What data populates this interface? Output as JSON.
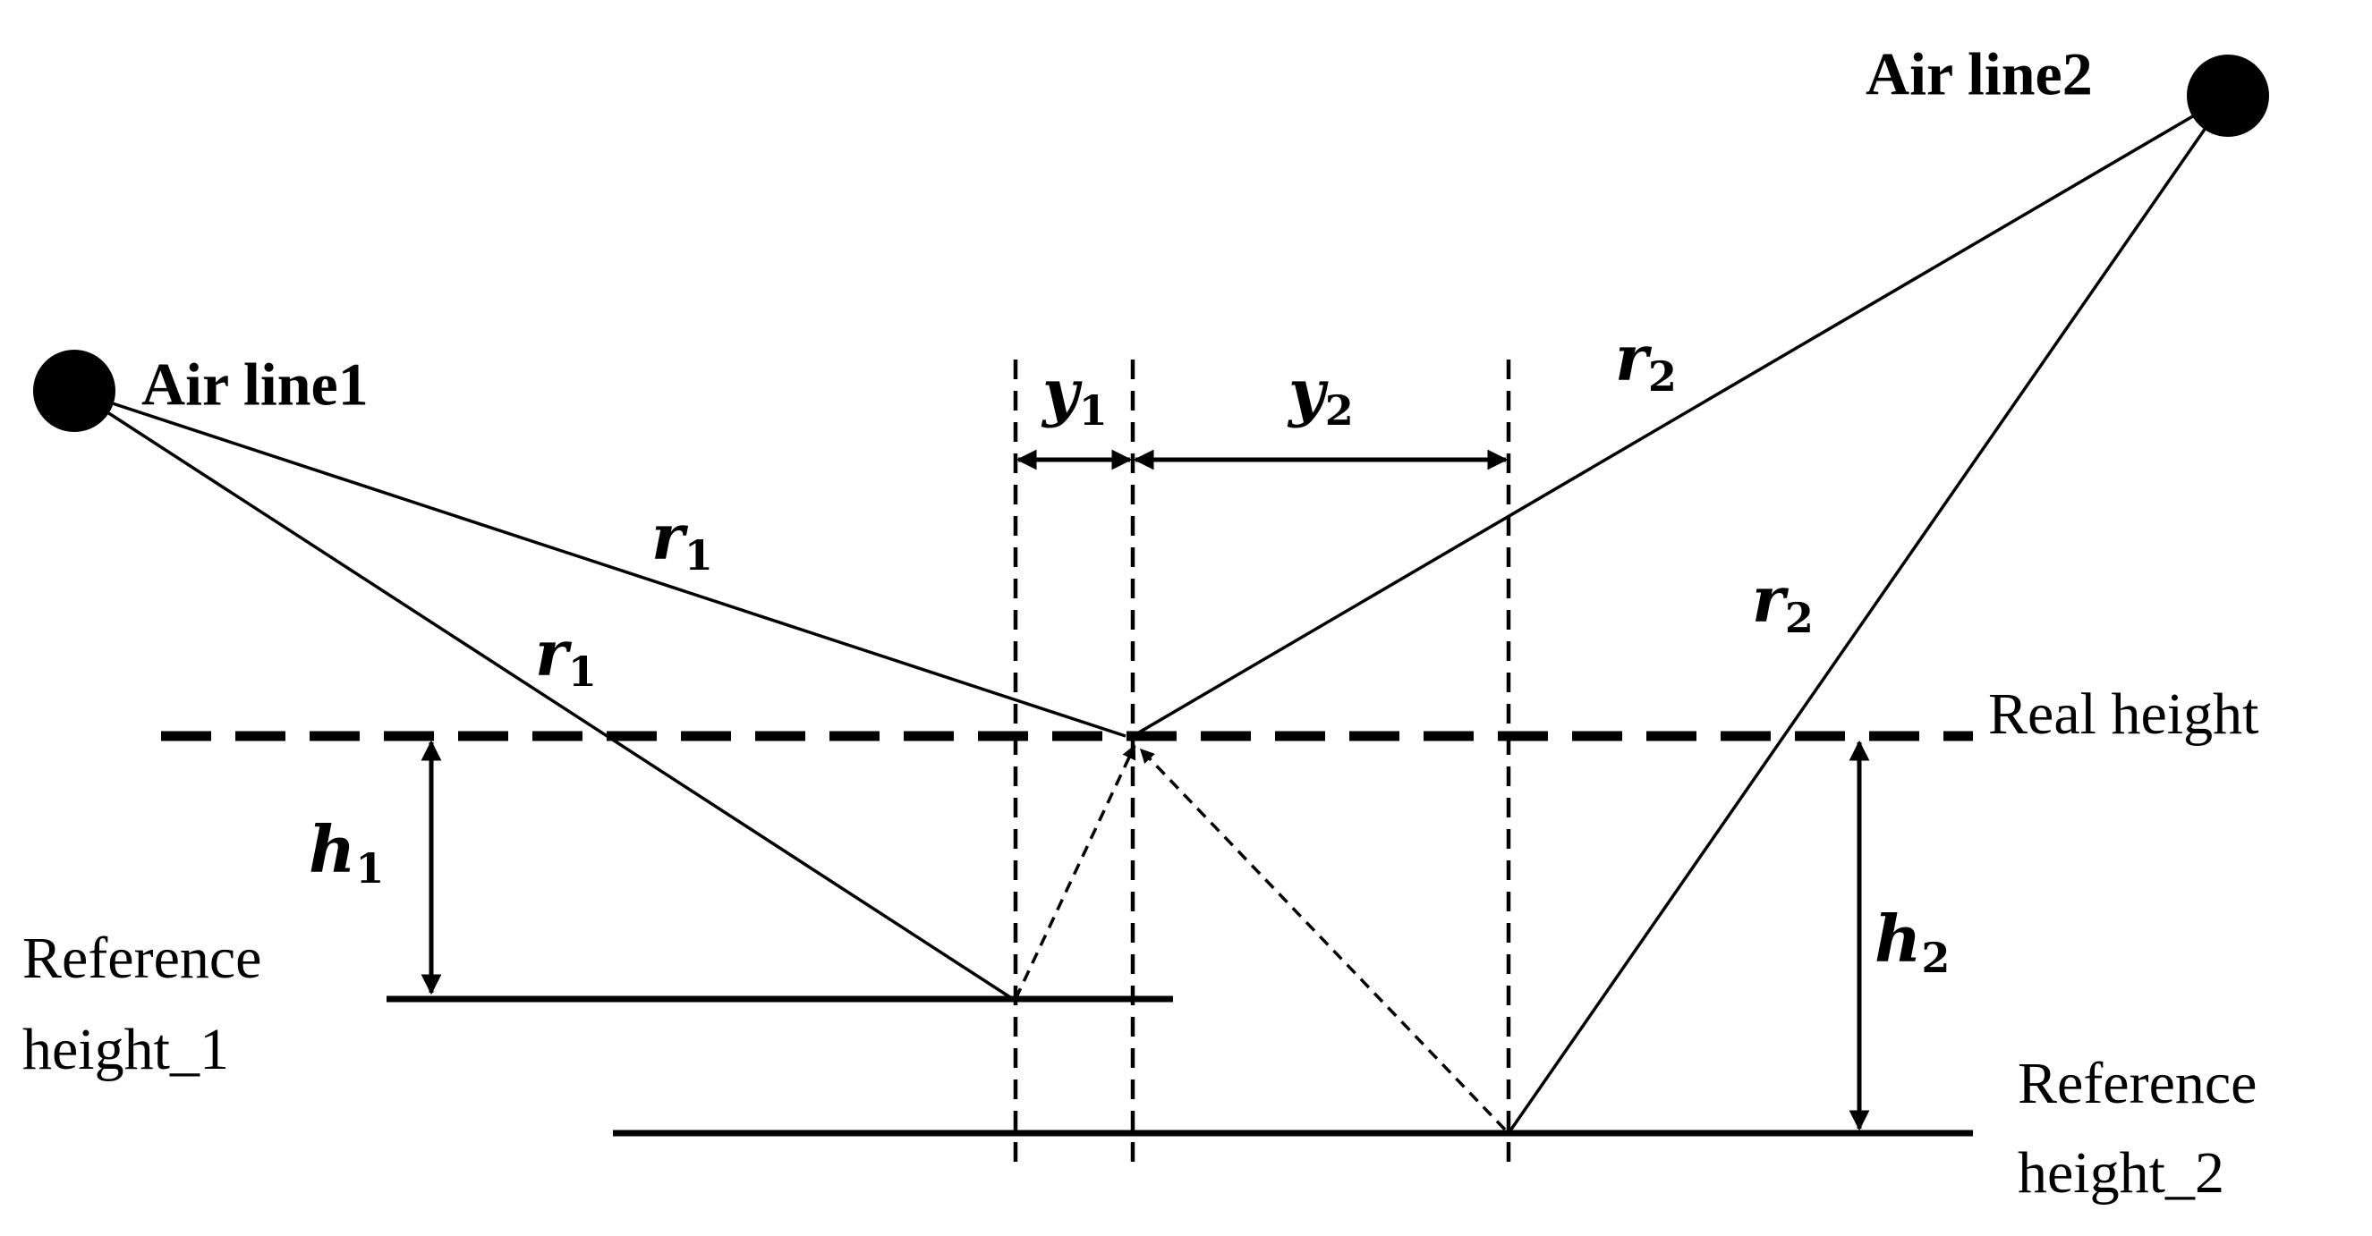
{
  "nodes": {
    "air_line_1": "Air line1",
    "air_line_2": "Air line2"
  },
  "levels": {
    "real_height": "Real height",
    "reference_height_1_line1": "Reference",
    "reference_height_1_line2": "height_1",
    "reference_height_2_line1": "Reference",
    "reference_height_2_line2": "height_2"
  },
  "symbols": {
    "r": "r",
    "y": "y",
    "h": "h",
    "sub_1": "1",
    "sub_2": "2"
  },
  "colors": {
    "stroke": "#000000",
    "background": "#ffffff"
  }
}
